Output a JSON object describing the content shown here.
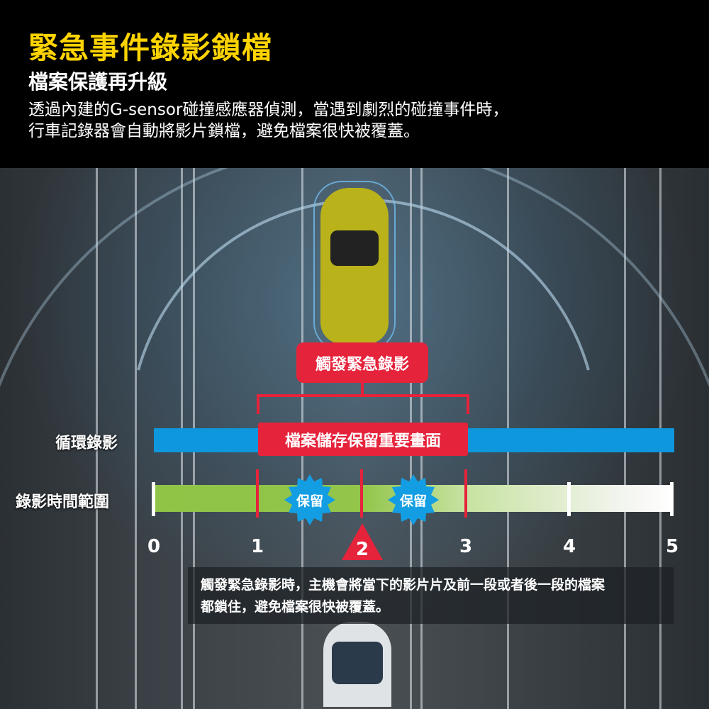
{
  "header": {
    "title": "緊急事件錄影鎖檔",
    "subtitle": "檔案保護再升級",
    "description_lines": [
      "透過內建的G-sensor碰撞感應器偵測，當遇到劇烈的碰撞事件時，",
      "行車記錄器會自動將影片鎖檔，避免檔案很快被覆蓋。"
    ]
  },
  "diagram": {
    "trigger_label": "觸發緊急錄影",
    "loop_label": "循環錄影",
    "saved_box_label": "檔案儲存保留重要畫面",
    "range_label": "錄影時間範圍",
    "keep_badges": [
      "保留",
      "保留"
    ],
    "ticks": [
      "0",
      "1",
      "2",
      "3",
      "4",
      "5"
    ],
    "event_at": 2,
    "locked_range": [
      1,
      3
    ],
    "caption_lines": [
      "觸發緊急錄影時，主機會將當下的影片片及前一段或者後一段的檔案",
      "都鎖住，避免檔案很快被覆蓋。"
    ]
  },
  "colors": {
    "title": "#ffd400",
    "red": "#e5233b",
    "blue": "#0e97dc",
    "green": "#8fc447"
  }
}
